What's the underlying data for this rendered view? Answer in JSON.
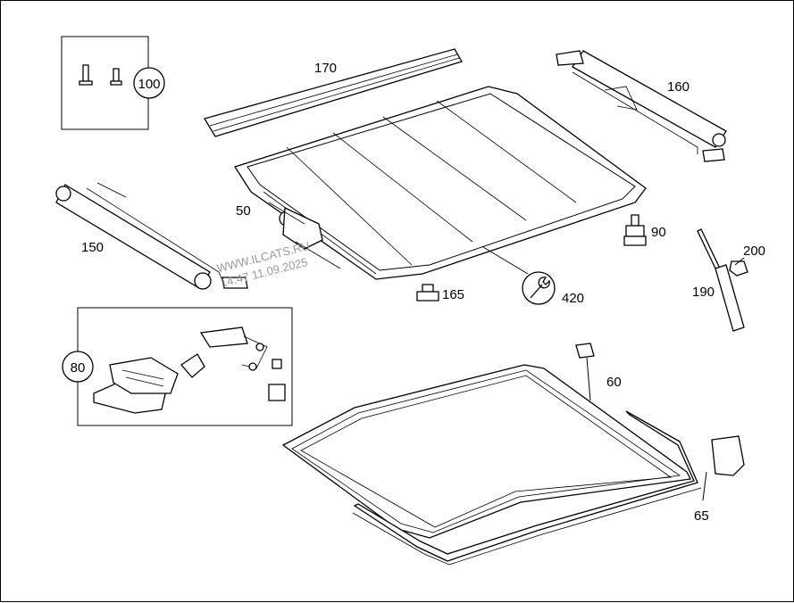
{
  "watermark": {
    "line1": "WWW.ILCATS.RU",
    "line2": "14:47 11.09.2025"
  },
  "labels": {
    "p100": "100",
    "p170": "170",
    "p160": "160",
    "p50": "50",
    "p90": "90",
    "p150": "150",
    "p200": "200",
    "p165": "165",
    "p420": "420",
    "p190": "190",
    "p80": "80",
    "p60": "60",
    "p65": "65"
  }
}
